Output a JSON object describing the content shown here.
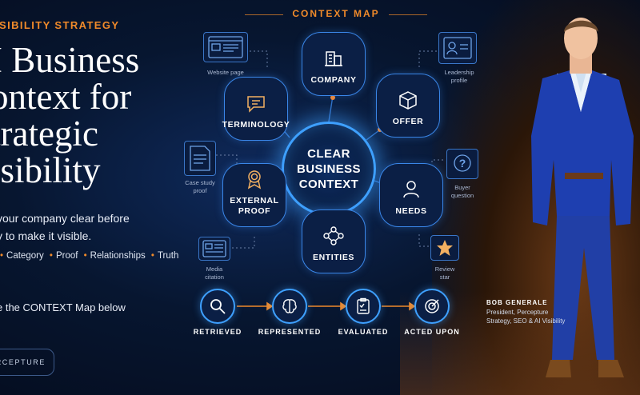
{
  "left": {
    "eyebrow": "ISIBILITY STRATEGY",
    "headline": [
      "I Business",
      "ontext for",
      "trategic",
      "isibility"
    ],
    "subline": [
      "your company clear before",
      "y to make it visible."
    ],
    "tags": [
      "Category",
      "Proof",
      "Relationships",
      "Truth"
    ],
    "cta": "e the CONTEXT Map below",
    "logo": "RCEPTURE"
  },
  "map": {
    "title": "CONTEXT MAP",
    "center": [
      "CLEAR",
      "BUSINESS",
      "CONTEXT"
    ],
    "nodes": {
      "company": "COMPANY",
      "offer": "OFFER",
      "needs": "NEEDS",
      "entities": "ENTITIES",
      "external_proof": [
        "EXTERNAL",
        "PROOF"
      ],
      "terminology": "TERMINOLOGY"
    },
    "side": {
      "website": [
        "Website page"
      ],
      "leadership": [
        "Leadership",
        "profile"
      ],
      "case_study": [
        "Case study",
        "proof"
      ],
      "buyer": [
        "Buyer",
        "question"
      ],
      "media": [
        "Media",
        "citation"
      ],
      "review": [
        "Review",
        "star"
      ]
    }
  },
  "flow": {
    "steps": [
      "RETRIEVED",
      "REPRESENTED",
      "EVALUATED",
      "ACTED UPON"
    ]
  },
  "bio": {
    "name": "BOB GENERALE",
    "title": [
      "President, Percepture",
      "Strategy, SEO & AI Visibility"
    ]
  },
  "colors": {
    "accent": "#f08a2a",
    "glow": "#3ea0ff",
    "background": "#071630"
  }
}
